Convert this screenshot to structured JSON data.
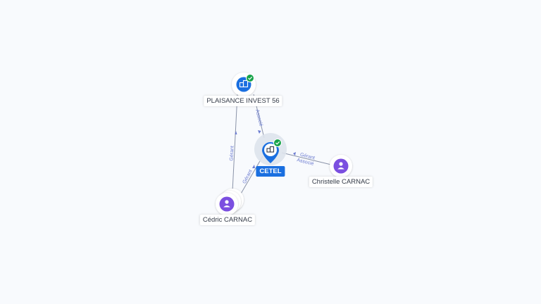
{
  "colors": {
    "company": "#1a6fe0",
    "person": "#7b4fe0",
    "verified": "#17a34a",
    "edge": "#8a93a8",
    "edge_label": "#6b7bd1"
  },
  "nodes": {
    "plaisance": {
      "label": "PLAISANCE INVEST 56",
      "icon": "company-icon"
    },
    "cetel": {
      "label": "CETEL",
      "icon": "company-icon"
    },
    "christelle": {
      "label": "Christelle CARNAC",
      "icon": "person-icon"
    },
    "cedric": {
      "label": "Cédric CARNAC",
      "icon": "person-icon"
    }
  },
  "edges": {
    "plaisance_cetel": {
      "label": "Associé"
    },
    "cedric_plaisance": {
      "label": "Gérant"
    },
    "cedric_cetel": {
      "label": "Gérant"
    },
    "christelle_cetel": {
      "label_1": "Gérant",
      "label_2": "Associé"
    }
  }
}
